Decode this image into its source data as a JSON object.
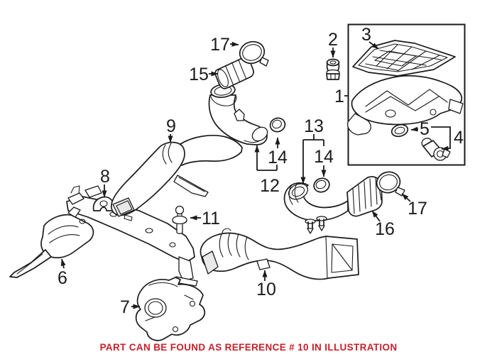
{
  "page": {
    "background_color": "#ffffff",
    "illustration": {
      "type": "exploded-parts-diagram",
      "line_color": "#1b1b1b",
      "has_boxed_subassembly": true
    },
    "callouts": [
      {
        "id": "callout-17-top",
        "label": "17"
      },
      {
        "id": "callout-15",
        "label": "15"
      },
      {
        "id": "callout-2",
        "label": "2"
      },
      {
        "id": "callout-3",
        "label": "3"
      },
      {
        "id": "callout-1",
        "label": "1"
      },
      {
        "id": "callout-5",
        "label": "5"
      },
      {
        "id": "callout-4",
        "label": "4"
      },
      {
        "id": "callout-9",
        "label": "9"
      },
      {
        "id": "callout-14-left",
        "label": "14"
      },
      {
        "id": "callout-12",
        "label": "12"
      },
      {
        "id": "callout-13",
        "label": "13"
      },
      {
        "id": "callout-14-right",
        "label": "14"
      },
      {
        "id": "callout-8",
        "label": "8"
      },
      {
        "id": "callout-17-right",
        "label": "17"
      },
      {
        "id": "callout-16",
        "label": "16"
      },
      {
        "id": "callout-11",
        "label": "11"
      },
      {
        "id": "callout-6",
        "label": "6"
      },
      {
        "id": "callout-10",
        "label": "10"
      },
      {
        "id": "callout-7",
        "label": "7"
      }
    ],
    "caption": {
      "text": "PART CAN BE FOUND AS REFERENCE # 10 IN ILLUSTRATION",
      "color": "#c8202a"
    }
  }
}
